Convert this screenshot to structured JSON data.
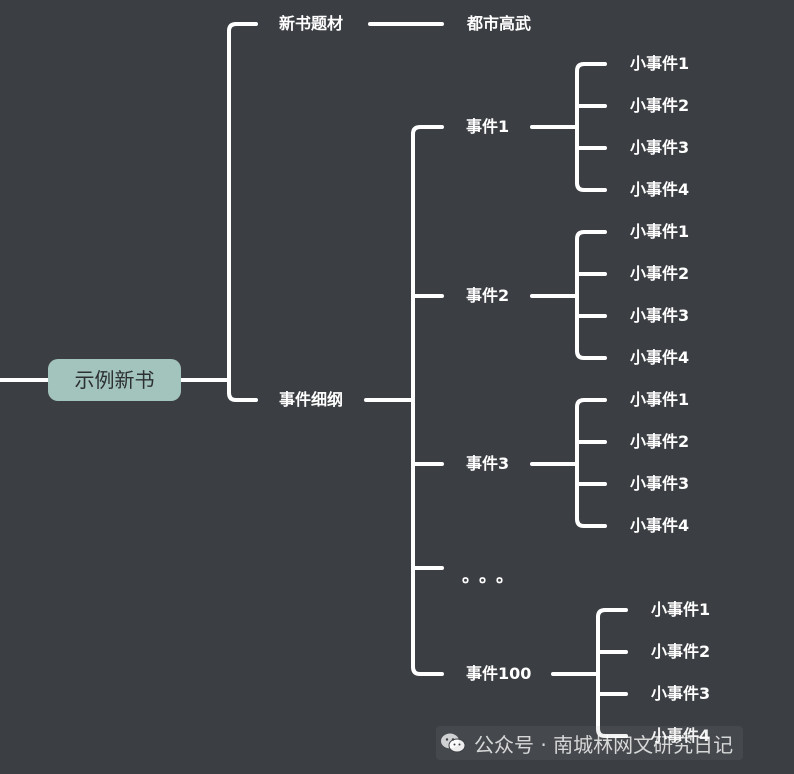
{
  "root": "示例新书",
  "branch_genre": {
    "label": "新书题材",
    "child": "都市高武"
  },
  "branch_events": {
    "label": "事件细纲",
    "events": [
      {
        "label": "事件1",
        "subs": [
          "小事件1",
          "小事件2",
          "小事件3",
          "小事件4"
        ]
      },
      {
        "label": "事件2",
        "subs": [
          "小事件1",
          "小事件2",
          "小事件3",
          "小事件4"
        ]
      },
      {
        "label": "事件3",
        "subs": [
          "小事件1",
          "小事件2",
          "小事件3",
          "小事件4"
        ]
      },
      {
        "label": "事件100",
        "subs": [
          "小事件1",
          "小事件2",
          "小事件3",
          "小事件4"
        ]
      }
    ],
    "ellipsis": "。。。"
  },
  "watermark": {
    "text": "公众号 · 南城林网文研究日记",
    "icon": "wechat-icon"
  },
  "colors": {
    "background": "#3b3e42",
    "root_fill": "#a3c4bc",
    "line": "#ffffff"
  }
}
